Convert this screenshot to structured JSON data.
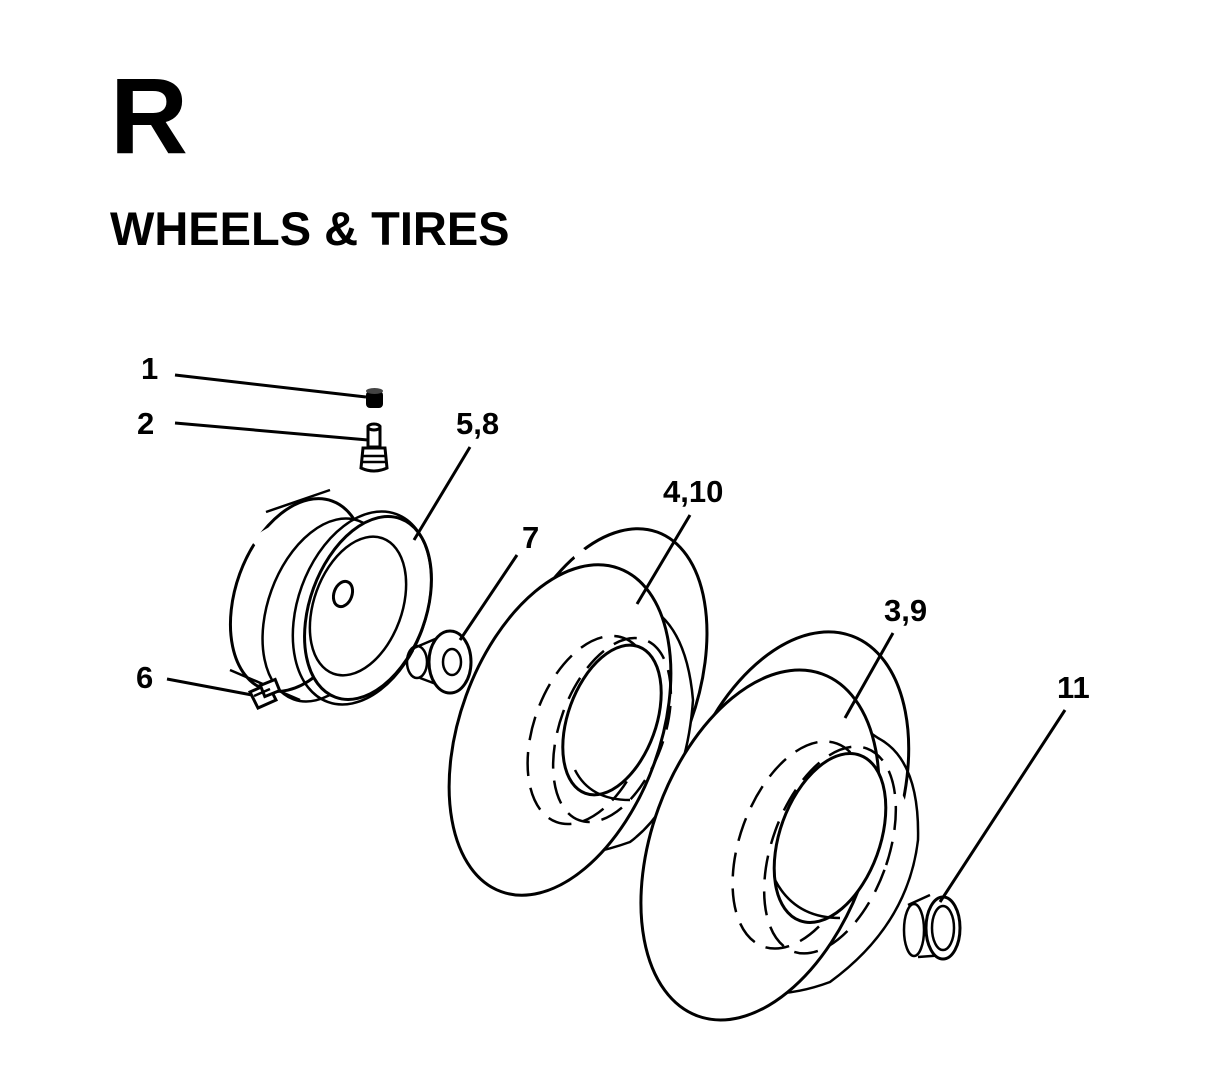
{
  "section": {
    "letter": "R",
    "title": "WHEELS & TIRES"
  },
  "callouts": {
    "c1": "1",
    "c2": "2",
    "c58": "5,8",
    "c7": "7",
    "c410": "4,10",
    "c6": "6",
    "c39": "3,9",
    "c11": "11"
  }
}
